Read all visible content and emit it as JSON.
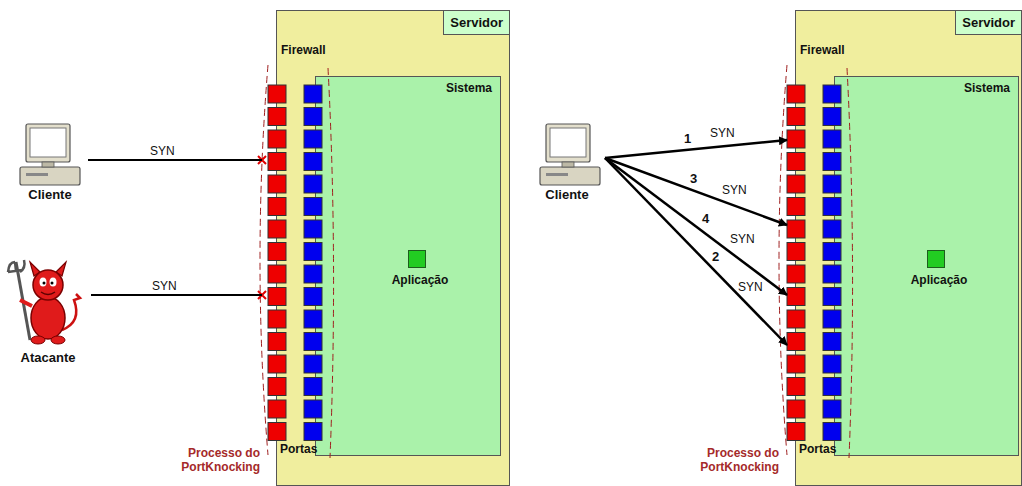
{
  "diagram": {
    "nodes": [
      {
        "text": [
          "Cliente"
        ]
      },
      {
        "text": [
          "Atacante"
        ]
      },
      {
        "text": [
          "Servidor",
          "Firewall"
        ]
      },
      {
        "text": [
          "Sistema"
        ],
        "in": 2
      },
      {
        "text": [
          "Aplicação"
        ],
        "in": 3
      },
      {
        "text": [
          "Cliente"
        ]
      },
      {
        "text": [
          "Servidor",
          "Firewall"
        ]
      },
      {
        "text": [
          "Sistema"
        ],
        "in": 6
      },
      {
        "text": [
          "Aplicação"
        ],
        "in": 7
      }
    ],
    "edges": [
      {
        "from": 0,
        "to": 2,
        "label": "SYN",
        "arrow": "none"
      },
      {
        "from": 1,
        "to": 2,
        "label": "SYN",
        "arrow": "none"
      },
      {
        "from": 5,
        "to": 6,
        "label": "SYN",
        "arrow": "to"
      },
      {
        "from": 5,
        "to": 6,
        "label": "SYN",
        "arrow": "to"
      },
      {
        "from": 5,
        "to": 6,
        "label": "SYN",
        "arrow": "to"
      },
      {
        "from": 5,
        "to": 6,
        "label": "SYN",
        "arrow": "to"
      }
    ],
    "labels": [
      "Processo do PortKnocking",
      "Portas",
      "Processo do PortKnocking",
      "Portas",
      "1",
      "2",
      "3",
      "4"
    ]
  }
}
